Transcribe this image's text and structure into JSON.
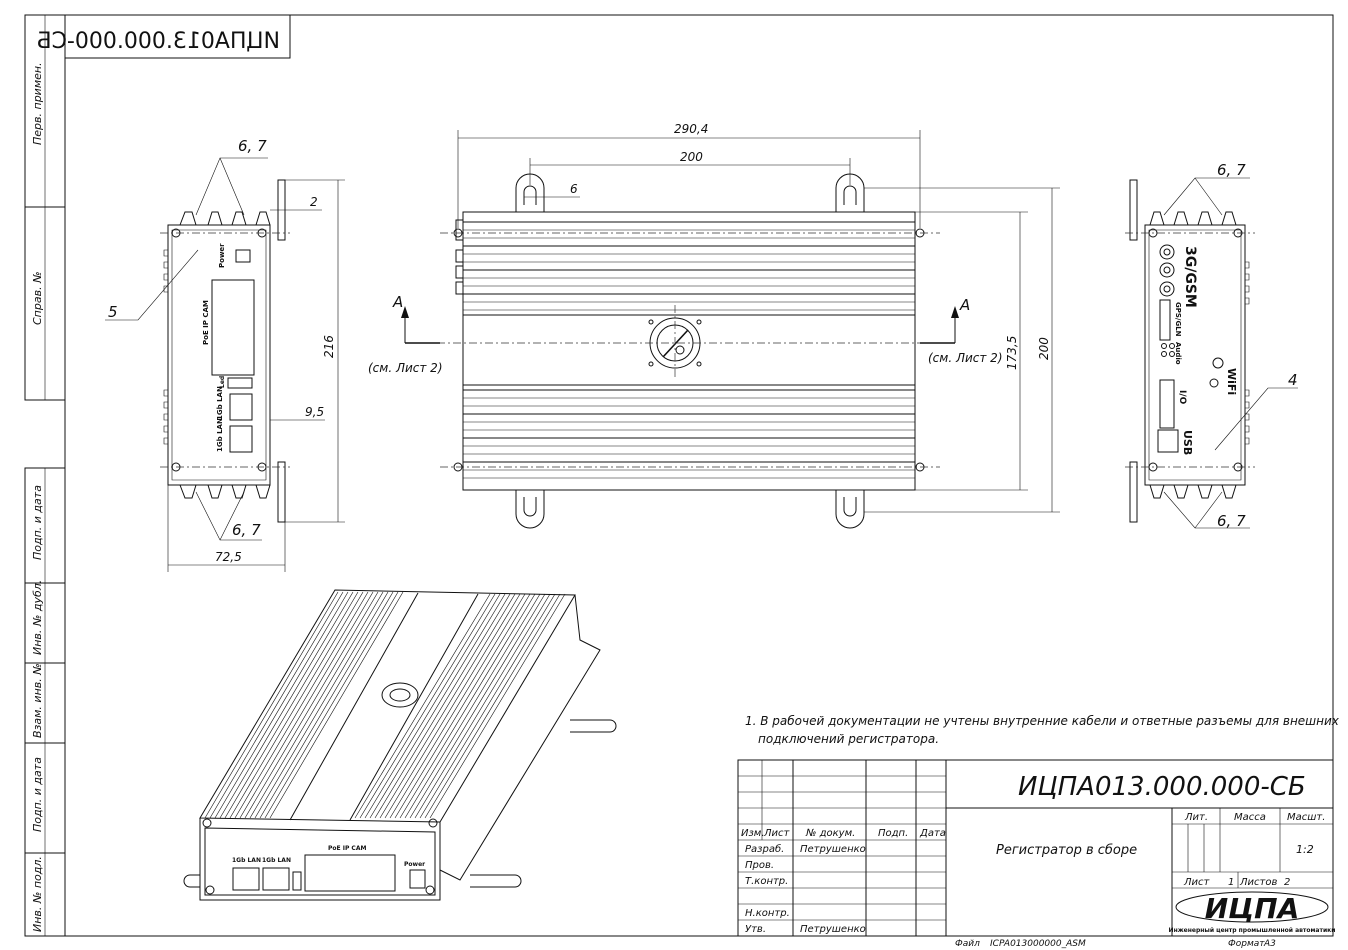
{
  "stamp_top": "ИЦПА013.000.000-СБ",
  "left_strip": {
    "perv_primen": "Перв. примен.",
    "sprav_no": "Справ. №",
    "podp_data_1": "Подп. и дата",
    "inv_dubl": "Инв. № дубл.",
    "vzam_inv": "Взам. инв. №",
    "podp_data_2": "Подп. и дата",
    "inv_podl": "Инв. № подл."
  },
  "dims": {
    "d290": "290,4",
    "d200_top": "200",
    "d6": "6",
    "d2": "2",
    "d216": "216",
    "d9_5": "9,5",
    "d72_5": "72,5",
    "d173_5": "173,5",
    "d200_right": "200",
    "pos67_a": "6, 7",
    "pos67_b": "6, 7",
    "pos67_c": "6, 7",
    "pos67_d": "6, 7",
    "pos5": "5",
    "pos4": "4",
    "sec_a_left": "А",
    "sec_a_right": "А",
    "see_sheet_left": "(см. Лист 2)",
    "see_sheet_right": "(см. Лист 2)"
  },
  "panel_left": {
    "power": "Power",
    "poe_cam": "PoE IP CAM",
    "lan1": "1Gb LAN",
    "lan2": "1Gb LAN",
    "led": "Led"
  },
  "panel_right": {
    "gsm": "3G/GSM",
    "gps": "GPS/GLN",
    "audio": "Audio",
    "io": "I/O",
    "usb": "USB",
    "wifi": "WiFi"
  },
  "iso": {
    "lan1": "1Gb LAN",
    "lan2": "1Gb LAN",
    "poe": "PoE IP CAM",
    "power": "Power"
  },
  "note": {
    "line1": "1. В рабочей документации не учтены внутренние кабели и ответные разъемы для внешних",
    "line2": "подключений регистратора."
  },
  "title_block": {
    "designation": "ИЦПА013.000.000-СБ",
    "name": "Регистратор в сборе",
    "col_izm": "Изм.",
    "col_list": "Лист",
    "col_docum": "№ докум.",
    "col_podp": "Подп.",
    "col_data": "Дата",
    "razrab": "Разраб.",
    "razrab_name": "Петрушенко",
    "prov": "Пров.",
    "tkontr": "Т.контр.",
    "nkontr": "Н.контр.",
    "utv": "Утв.",
    "utv_name": "Петрушенко",
    "lit": "Лит.",
    "massa": "Масса",
    "masht": "Масшт.",
    "scale": "1:2",
    "list_label": "Лист",
    "list_no": "1",
    "listov_label": "Листов",
    "listov_no": "2",
    "logo": "ИЦПА",
    "company": "Инженерный центр промышленной автоматики"
  },
  "footer": {
    "file_label": "Файл",
    "file_name": "ICPA013000000_ASM",
    "format_label": "Формат",
    "format_value": "А3"
  }
}
